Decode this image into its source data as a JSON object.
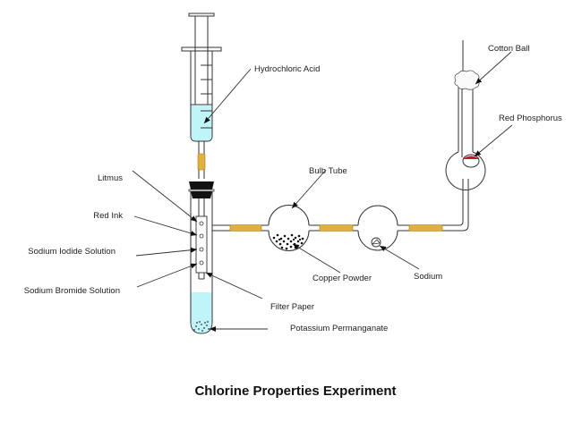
{
  "title": "Chlorine Properties Experiment",
  "labels": {
    "hydrochloric_acid": "Hydrochloric Acid",
    "litmus": "Litmus",
    "red_ink": "Red Ink",
    "sodium_iodide": "Sodium Iodide Solution",
    "sodium_bromide": "Sodium Bromide Solution",
    "filter_paper": "Filter Paper",
    "potassium_permanganate": "Potassium Permanganate",
    "bulb_tube": "Bulb Tube",
    "copper_powder": "Copper Powder",
    "sodium": "Sodium",
    "cotton_ball": "Cotton Ball",
    "red_phosphorus": "Red Phosphorus"
  },
  "colors": {
    "liquid": "#bff5f8",
    "rubber_connector": "#e0b040",
    "stopper": "#111111",
    "red_phosphorus": "#c0182a",
    "glass_stroke": "#333333"
  }
}
